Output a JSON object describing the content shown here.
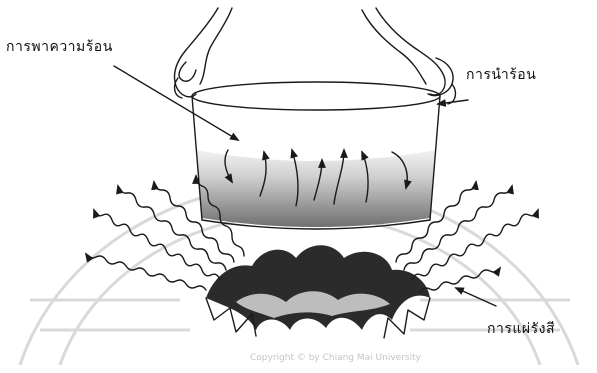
{
  "labels": {
    "convection": "การพาความร้อน",
    "conduction": "การนำร้อน",
    "radiation": "การแผ่รังสี"
  },
  "watermark": {
    "caption": "Copyright © by Chiang Mai University"
  },
  "colors": {
    "ink": "#1a1a1a",
    "liquid": "#8a8a8a",
    "fire": "#2b2b2b",
    "watermark": "#d9d9d9"
  }
}
